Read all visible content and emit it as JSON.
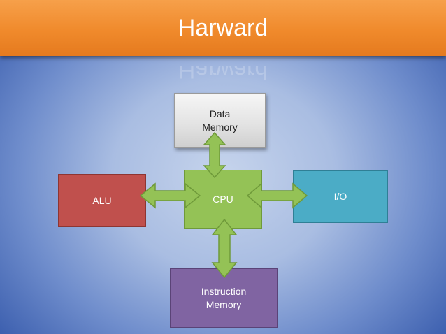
{
  "title": "Harward",
  "title_reflection": "Harward",
  "blocks": {
    "data_memory": "Data\nMemory",
    "cpu": "CPU",
    "alu": "ALU",
    "io": "I/O",
    "instruction_memory": "Instruction\nMemory"
  },
  "colors": {
    "title_bar": "#f08a2c",
    "cpu": "#94c256",
    "alu": "#c0504d",
    "io": "#4bacc6",
    "instruction_memory": "#8064a2",
    "data_memory": "#e2e2e2",
    "arrow": "#94c256"
  },
  "connections": [
    {
      "from": "cpu",
      "to": "data_memory",
      "direction": "bidirectional"
    },
    {
      "from": "cpu",
      "to": "alu",
      "direction": "bidirectional"
    },
    {
      "from": "cpu",
      "to": "io",
      "direction": "bidirectional"
    },
    {
      "from": "cpu",
      "to": "instruction_memory",
      "direction": "bidirectional"
    }
  ]
}
